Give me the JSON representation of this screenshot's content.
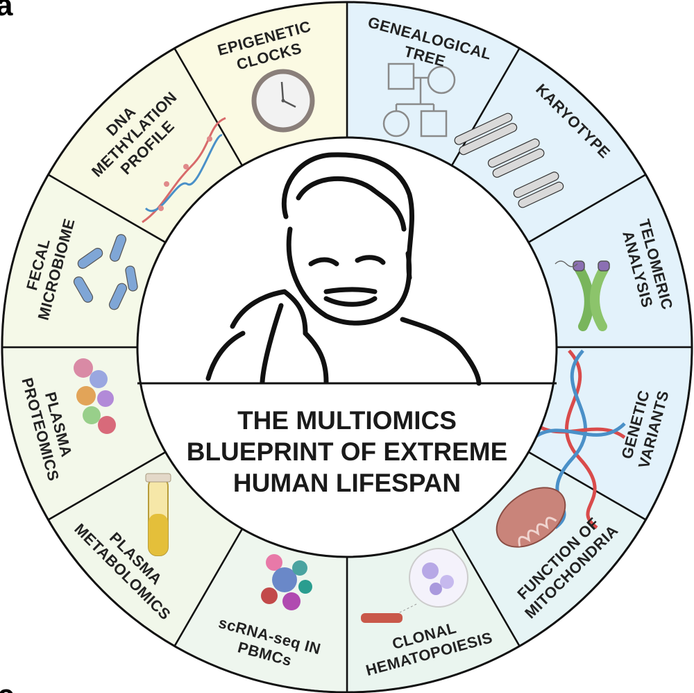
{
  "panel_letter_top": "a",
  "panel_letter_bottom": "c",
  "center": {
    "title_lines": [
      "THE MULTIOMICS",
      "BLUEPRINT OF EXTREME",
      "HUMAN LIFESPAN"
    ]
  },
  "segments": [
    {
      "id": "genealogical-tree",
      "lines": [
        "GENEALOGICAL",
        "TREE"
      ],
      "color": "#e3f2fb",
      "icon": "pedigree-icon"
    },
    {
      "id": "karyotype",
      "lines": [
        "KARYOTYPE"
      ],
      "color": "#e3f2fb",
      "icon": "chromosome-karyotype-icon"
    },
    {
      "id": "telomeric-analysis",
      "lines": [
        "TELOMERIC",
        "ANALYSIS"
      ],
      "color": "#e3f2fb",
      "icon": "telomere-chromosome-icon"
    },
    {
      "id": "genetic-variants",
      "lines": [
        "GENETIC",
        "VARIANTS"
      ],
      "color": "#e3f2fb",
      "icon": "dna-helix-icon"
    },
    {
      "id": "function-of-mitochondria",
      "lines": [
        "FUNCTION OF",
        "MITOCHONDRIA"
      ],
      "color": "#e6f4f5",
      "icon": "mitochondrion-icon"
    },
    {
      "id": "clonal-hematopoiesis",
      "lines": [
        "CLONAL",
        "HEMATOPOIESIS"
      ],
      "color": "#eaf5ef",
      "icon": "blood-cells-icon"
    },
    {
      "id": "scrna-seq",
      "lines": [
        "scRNA-seq IN",
        "PBMCs"
      ],
      "color": "#eef6ee",
      "icon": "cell-clusters-icon"
    },
    {
      "id": "plasma-metabolomics",
      "lines": [
        "PLASMA",
        "METABOLOMICS"
      ],
      "color": "#f1f7ea",
      "icon": "blood-tube-icon"
    },
    {
      "id": "plasma-proteomics",
      "lines": [
        "PLASMA",
        "PROTEOMICS"
      ],
      "color": "#f3f8ea",
      "icon": "protein-icon"
    },
    {
      "id": "fecal-microbiome",
      "lines": [
        "FECAL",
        "MICROBIOME"
      ],
      "color": "#f5f9e8",
      "icon": "bacteria-icon"
    },
    {
      "id": "dna-methylation-profile",
      "lines": [
        "DNA",
        "METHYLATION",
        "PROFILE"
      ],
      "color": "#f8f9e4",
      "icon": "methylated-dna-icon"
    },
    {
      "id": "epigenetic-clocks",
      "lines": [
        "EPIGENETIC",
        "CLOCKS"
      ],
      "color": "#fbfae3",
      "icon": "clock-icon"
    }
  ]
}
